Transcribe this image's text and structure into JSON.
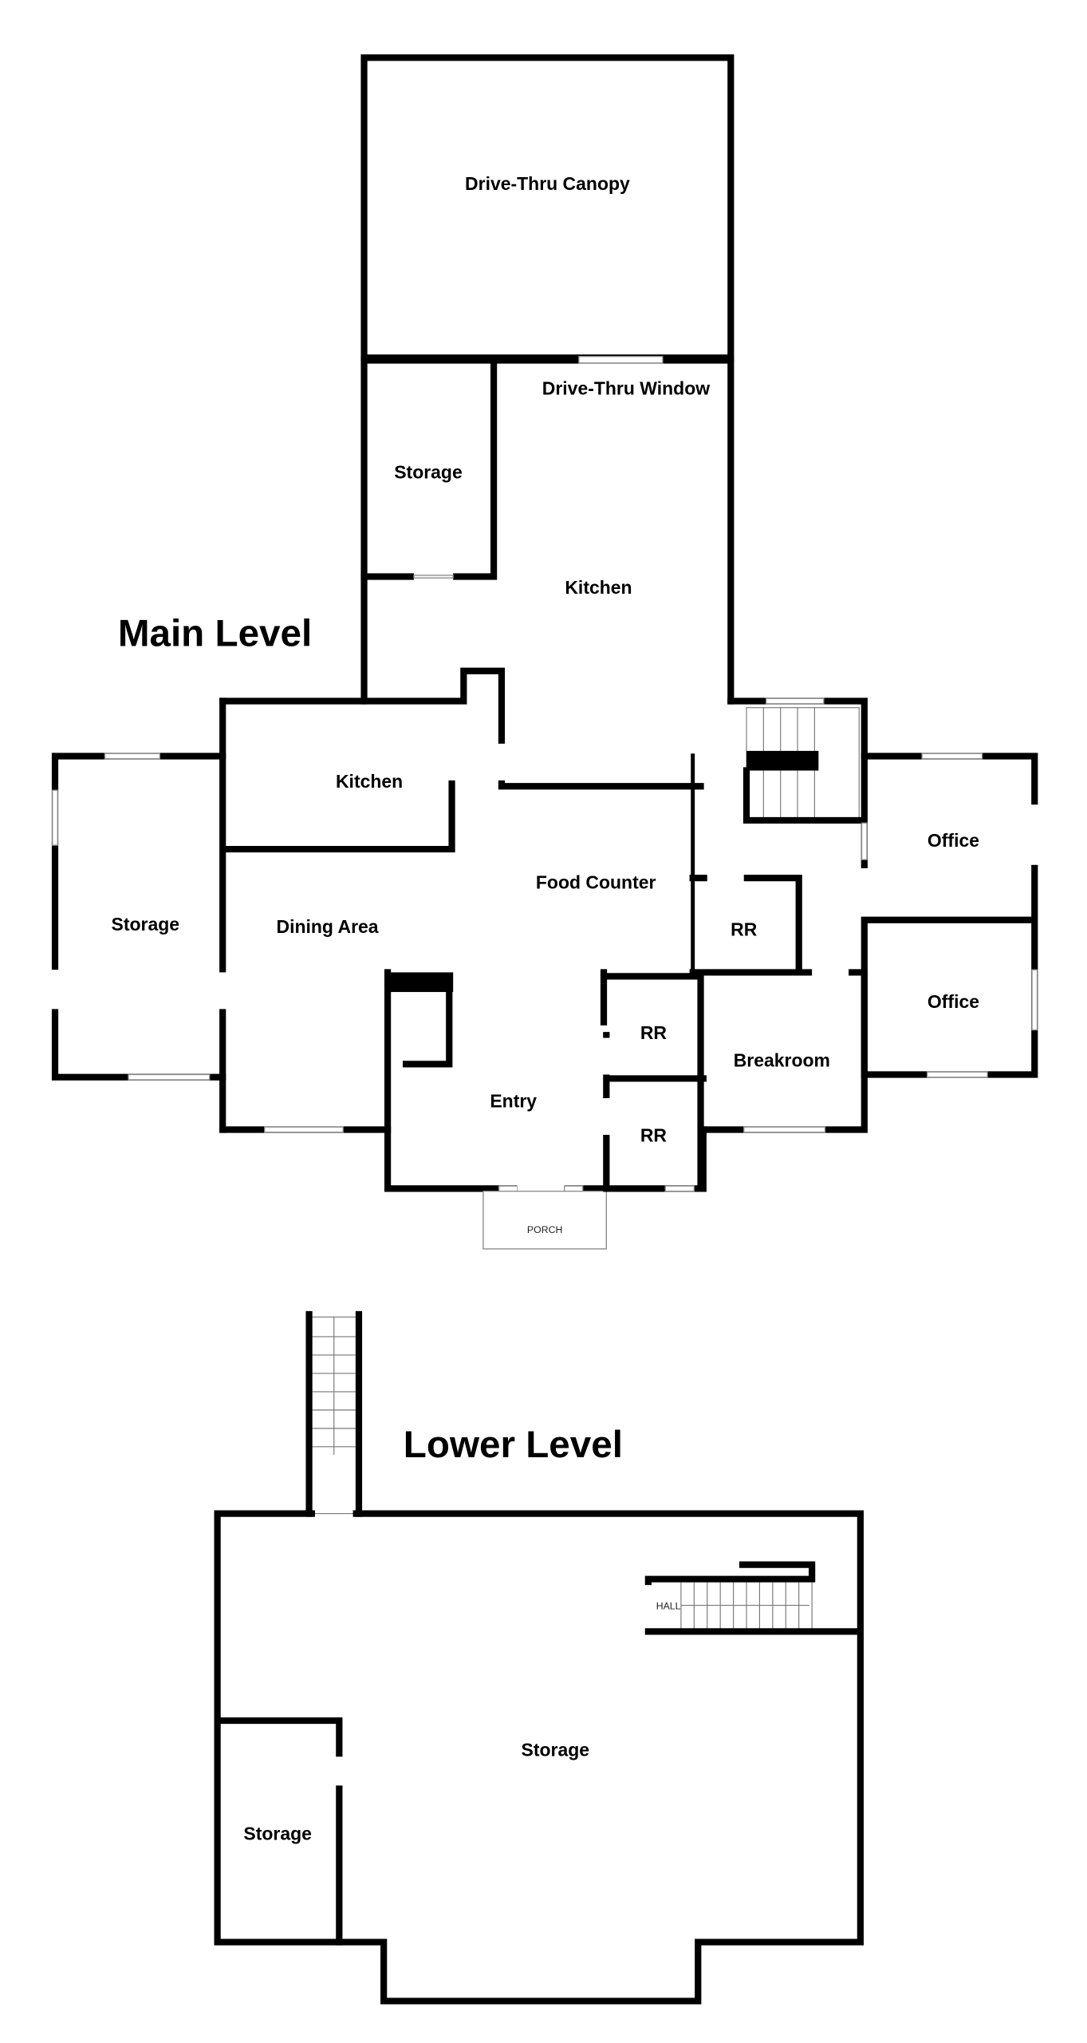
{
  "titles": {
    "main": "Main Level",
    "lower": "Lower Level"
  },
  "main_level": {
    "drive_thru_canopy": "Drive-Thru Canopy",
    "drive_thru_window": "Drive-Thru Window",
    "storage_upper": "Storage",
    "kitchen_main": "Kitchen",
    "kitchen_small": "Kitchen",
    "storage_left": "Storage",
    "dining_area": "Dining Area",
    "food_counter": "Food Counter",
    "entry": "Entry",
    "porch": "PORCH",
    "rr_upper": "RR",
    "rr_middle": "RR",
    "rr_lower": "RR",
    "breakroom": "Breakroom",
    "office_upper": "Office",
    "office_lower": "Office"
  },
  "lower_level": {
    "storage_main": "Storage",
    "storage_small": "Storage",
    "hall": "HALL"
  },
  "colors": {
    "wall": "#000000",
    "canopy_fill": "#d9d9d9"
  }
}
